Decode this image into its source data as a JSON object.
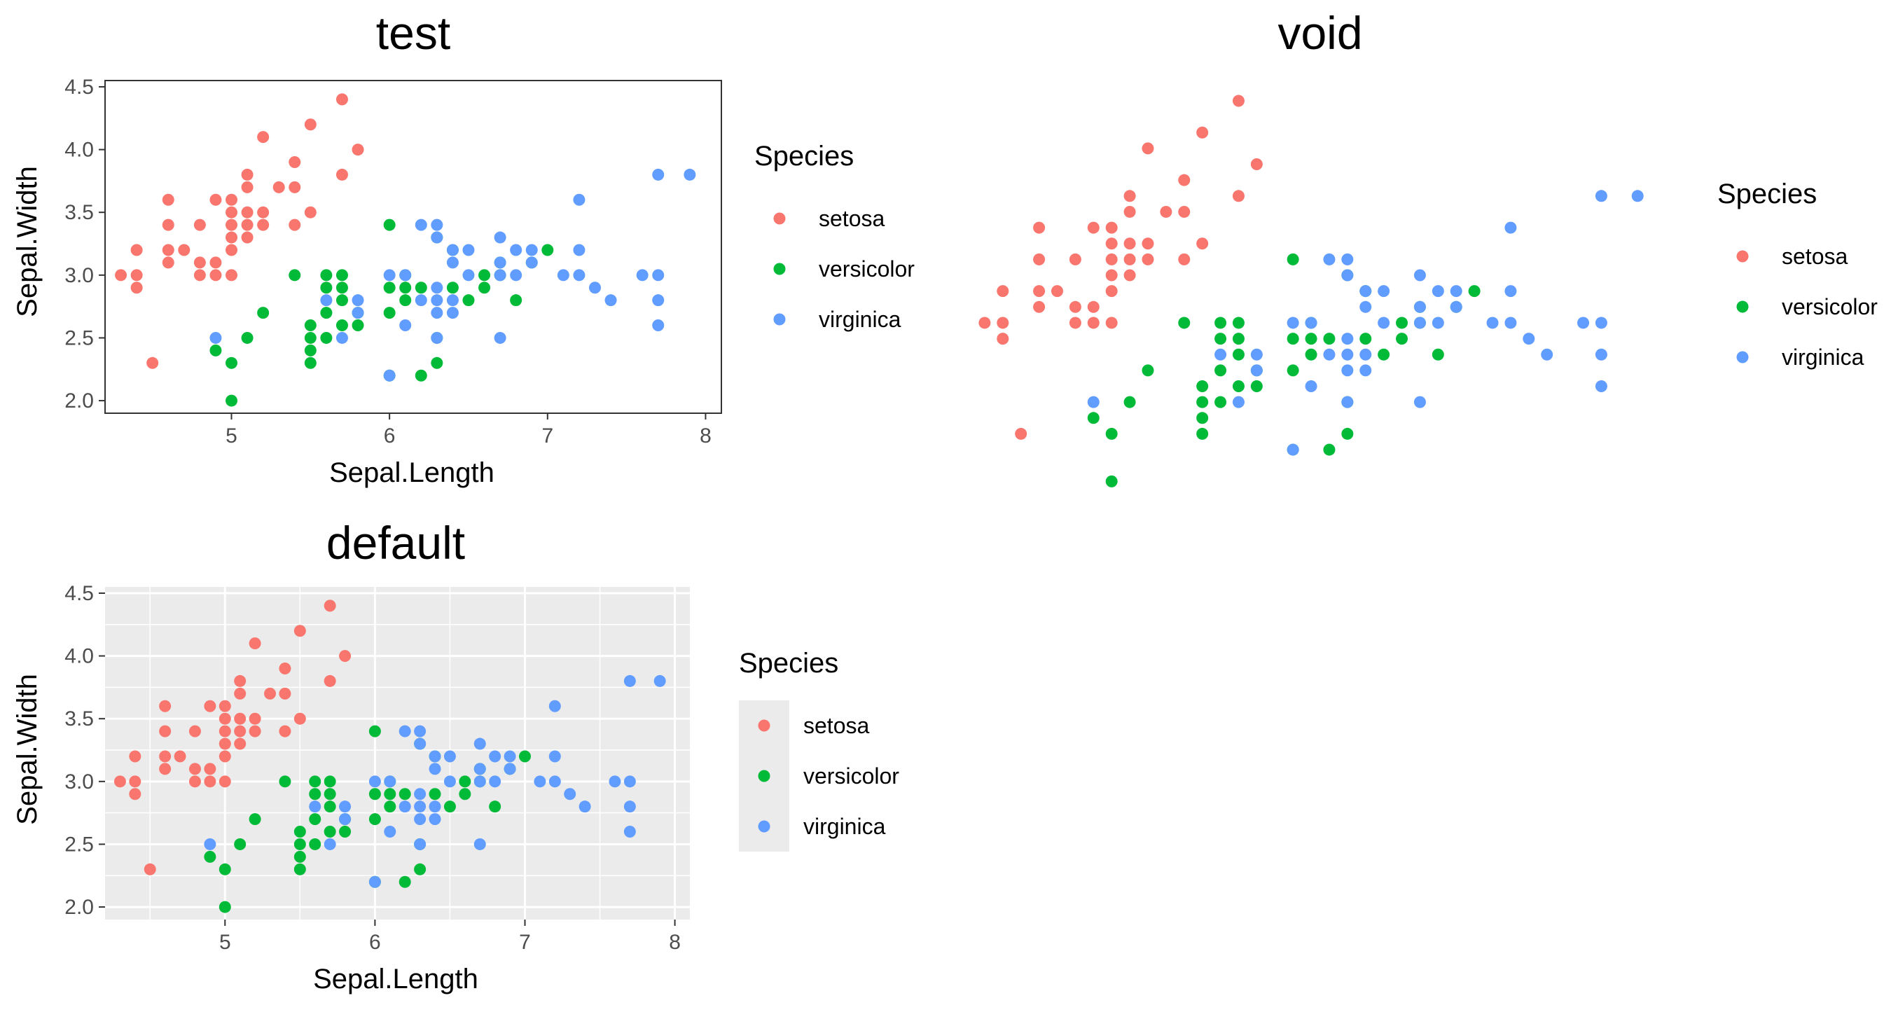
{
  "colors": {
    "setosa": "#F8766D",
    "versicolor": "#00BA38",
    "virginica": "#619CFF",
    "panel_grey": "#EBEBEB",
    "grid_white": "#FFFFFF",
    "axis_text": "#4D4D4D",
    "title_text": "#000000",
    "frame": "#333333"
  },
  "chart_data": [
    {
      "type": "scatter",
      "title": "test",
      "theme": "test",
      "xlabel": "Sepal.Length",
      "ylabel": "Sepal.Width",
      "xlim": [
        4.2,
        8.1
      ],
      "ylim": [
        1.9,
        4.55
      ],
      "xticks": [
        5,
        6,
        7,
        8
      ],
      "yticks": [
        2.0,
        2.5,
        3.0,
        3.5,
        4.0,
        4.5
      ],
      "xtick_labels": [
        "5",
        "6",
        "7",
        "8"
      ],
      "ytick_labels": [
        "2.0",
        "2.5",
        "3.0",
        "3.5",
        "4.0",
        "4.5"
      ],
      "grid": false,
      "legend": {
        "title": "Species",
        "placement": "right",
        "entries": [
          "setosa",
          "versicolor",
          "virginica"
        ]
      },
      "series_ref": "iris"
    },
    {
      "type": "scatter",
      "title": "void",
      "theme": "void",
      "xlabel": "",
      "ylabel": "",
      "xlim": [
        4.2,
        8.1
      ],
      "ylim": [
        1.9,
        4.55
      ],
      "grid": false,
      "legend": {
        "title": "Species",
        "placement": "right",
        "entries": [
          "setosa",
          "versicolor",
          "virginica"
        ]
      },
      "series_ref": "iris"
    },
    {
      "type": "scatter",
      "title": "default",
      "theme": "default",
      "xlabel": "Sepal.Length",
      "ylabel": "Sepal.Width",
      "xlim": [
        4.2,
        8.1
      ],
      "ylim": [
        1.9,
        4.55
      ],
      "xticks": [
        5,
        6,
        7,
        8
      ],
      "yticks": [
        2.0,
        2.5,
        3.0,
        3.5,
        4.0,
        4.5
      ],
      "xtick_labels": [
        "5",
        "6",
        "7",
        "8"
      ],
      "ytick_labels": [
        "2.0",
        "2.5",
        "3.0",
        "3.5",
        "4.0",
        "4.5"
      ],
      "grid": true,
      "legend": {
        "title": "Species",
        "placement": "right",
        "entries": [
          "setosa",
          "versicolor",
          "virginica"
        ]
      },
      "series_ref": "iris"
    }
  ],
  "series": {
    "iris": [
      {
        "name": "setosa",
        "points": [
          [
            4.3,
            3.0
          ],
          [
            4.4,
            2.9
          ],
          [
            4.4,
            3.0
          ],
          [
            4.4,
            3.2
          ],
          [
            4.5,
            2.3
          ],
          [
            4.6,
            3.1
          ],
          [
            4.6,
            3.2
          ],
          [
            4.6,
            3.4
          ],
          [
            4.6,
            3.6
          ],
          [
            4.7,
            3.2
          ],
          [
            4.8,
            3.0
          ],
          [
            4.8,
            3.1
          ],
          [
            4.8,
            3.4
          ],
          [
            4.9,
            3.0
          ],
          [
            4.9,
            3.1
          ],
          [
            4.9,
            3.6
          ],
          [
            5.0,
            3.0
          ],
          [
            5.0,
            3.2
          ],
          [
            5.0,
            3.3
          ],
          [
            5.0,
            3.4
          ],
          [
            5.0,
            3.5
          ],
          [
            5.0,
            3.6
          ],
          [
            5.1,
            3.3
          ],
          [
            5.1,
            3.4
          ],
          [
            5.1,
            3.5
          ],
          [
            5.1,
            3.7
          ],
          [
            5.1,
            3.8
          ],
          [
            5.2,
            3.4
          ],
          [
            5.2,
            3.5
          ],
          [
            5.2,
            4.1
          ],
          [
            5.3,
            3.7
          ],
          [
            5.4,
            3.4
          ],
          [
            5.4,
            3.7
          ],
          [
            5.4,
            3.9
          ],
          [
            5.5,
            3.5
          ],
          [
            5.5,
            4.2
          ],
          [
            5.7,
            3.8
          ],
          [
            5.7,
            4.4
          ],
          [
            5.8,
            4.0
          ]
        ]
      },
      {
        "name": "versicolor",
        "points": [
          [
            4.9,
            2.4
          ],
          [
            5.0,
            2.0
          ],
          [
            5.0,
            2.3
          ],
          [
            5.1,
            2.5
          ],
          [
            5.2,
            2.7
          ],
          [
            5.4,
            3.0
          ],
          [
            5.5,
            2.3
          ],
          [
            5.5,
            2.4
          ],
          [
            5.5,
            2.5
          ],
          [
            5.5,
            2.6
          ],
          [
            5.6,
            2.5
          ],
          [
            5.6,
            2.7
          ],
          [
            5.6,
            2.9
          ],
          [
            5.6,
            3.0
          ],
          [
            5.7,
            2.6
          ],
          [
            5.7,
            2.8
          ],
          [
            5.7,
            2.9
          ],
          [
            5.7,
            3.0
          ],
          [
            5.8,
            2.6
          ],
          [
            5.8,
            2.7
          ],
          [
            6.0,
            2.2
          ],
          [
            6.0,
            2.7
          ],
          [
            6.0,
            2.9
          ],
          [
            6.0,
            3.4
          ],
          [
            6.1,
            2.8
          ],
          [
            6.1,
            2.9
          ],
          [
            6.1,
            3.0
          ],
          [
            6.2,
            2.2
          ],
          [
            6.2,
            2.9
          ],
          [
            6.3,
            2.3
          ],
          [
            6.3,
            2.5
          ],
          [
            6.3,
            3.3
          ],
          [
            6.4,
            2.9
          ],
          [
            6.4,
            3.2
          ],
          [
            6.5,
            2.8
          ],
          [
            6.6,
            2.9
          ],
          [
            6.6,
            3.0
          ],
          [
            6.7,
            3.0
          ],
          [
            6.7,
            3.1
          ],
          [
            6.8,
            2.8
          ],
          [
            6.9,
            3.1
          ],
          [
            7.0,
            3.2
          ]
        ]
      },
      {
        "name": "virginica",
        "points": [
          [
            4.9,
            2.5
          ],
          [
            5.6,
            2.8
          ],
          [
            5.7,
            2.5
          ],
          [
            5.8,
            2.7
          ],
          [
            5.8,
            2.8
          ],
          [
            6.0,
            2.2
          ],
          [
            6.0,
            3.0
          ],
          [
            6.1,
            2.6
          ],
          [
            6.1,
            3.0
          ],
          [
            6.2,
            2.8
          ],
          [
            6.2,
            3.4
          ],
          [
            6.3,
            2.5
          ],
          [
            6.3,
            2.7
          ],
          [
            6.3,
            2.8
          ],
          [
            6.3,
            2.9
          ],
          [
            6.3,
            3.3
          ],
          [
            6.3,
            3.4
          ],
          [
            6.4,
            2.7
          ],
          [
            6.4,
            2.8
          ],
          [
            6.4,
            3.1
          ],
          [
            6.4,
            3.2
          ],
          [
            6.5,
            3.0
          ],
          [
            6.5,
            3.2
          ],
          [
            6.7,
            2.5
          ],
          [
            6.7,
            3.0
          ],
          [
            6.7,
            3.1
          ],
          [
            6.7,
            3.3
          ],
          [
            6.8,
            3.0
          ],
          [
            6.8,
            3.2
          ],
          [
            6.9,
            3.1
          ],
          [
            6.9,
            3.2
          ],
          [
            7.1,
            3.0
          ],
          [
            7.2,
            3.0
          ],
          [
            7.2,
            3.2
          ],
          [
            7.2,
            3.6
          ],
          [
            7.3,
            2.9
          ],
          [
            7.4,
            2.8
          ],
          [
            7.6,
            3.0
          ],
          [
            7.7,
            2.6
          ],
          [
            7.7,
            2.8
          ],
          [
            7.7,
            3.0
          ],
          [
            7.7,
            3.8
          ],
          [
            7.9,
            3.8
          ]
        ]
      }
    ]
  }
}
